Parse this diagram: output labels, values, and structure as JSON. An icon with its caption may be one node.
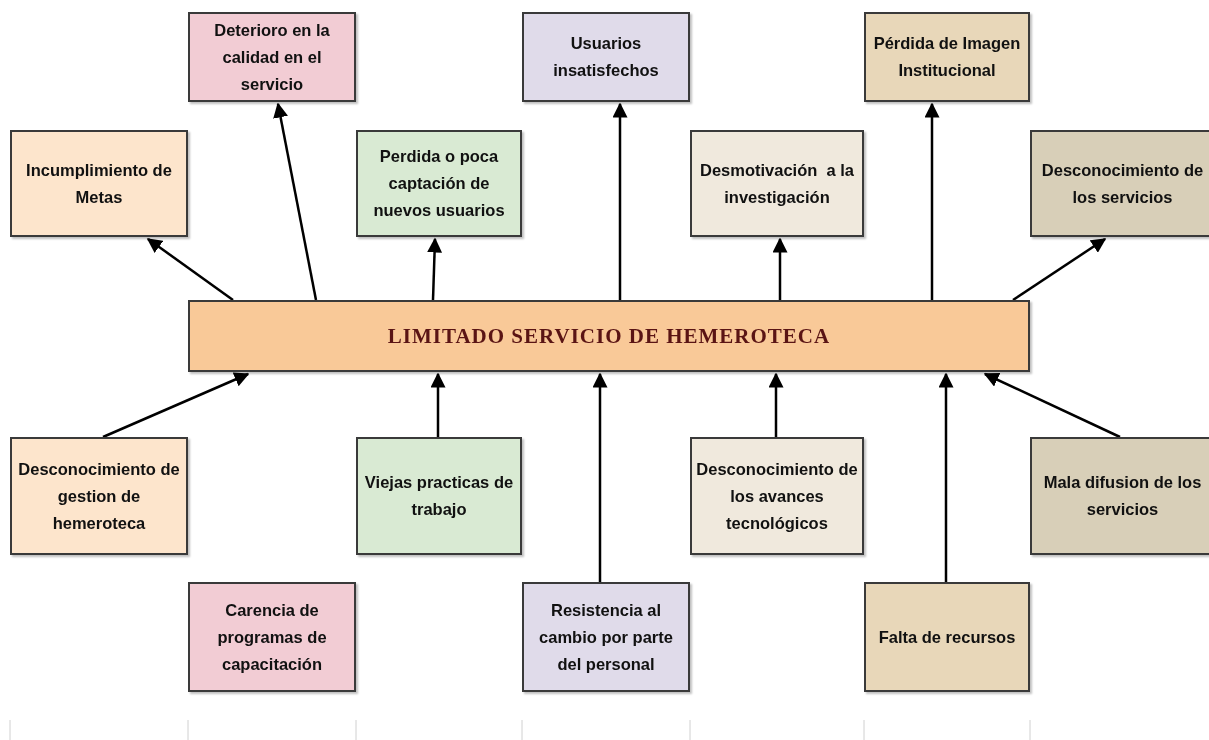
{
  "diagram": {
    "nodes": [
      {
        "text": [
          "Deterioro en la calidad en el servicio"
        ]
      },
      {
        "text": [
          "Usuarios insatisfechos"
        ]
      },
      {
        "text": [
          "Pérdida de Imagen Institucional"
        ]
      },
      {
        "text": [
          "Incumplimiento de Metas"
        ]
      },
      {
        "text": [
          "Perdida o poca captación de nuevos usuarios"
        ]
      },
      {
        "text": [
          "Desmotivación  a la investigación"
        ]
      },
      {
        "text": [
          "Desconocimiento de los servicios"
        ]
      },
      {
        "text": [
          "LIMITADO SERVICIO DE HEMEROTECA"
        ]
      },
      {
        "text": [
          "Desconocimiento de gestion de hemeroteca"
        ]
      },
      {
        "text": [
          "Viejas practicas de trabajo"
        ]
      },
      {
        "text": [
          "Desconocimiento de los avances tecnológicos"
        ]
      },
      {
        "text": [
          "Mala difusion de los servicios"
        ]
      },
      {
        "text": [
          "Carencia de programas de capacitación"
        ]
      },
      {
        "text": [
          "Resistencia al cambio por parte del personal"
        ]
      },
      {
        "text": [
          "Falta de recursos"
        ]
      }
    ],
    "edges": [
      {
        "from": 7,
        "to": 0,
        "arrow": "to"
      },
      {
        "from": 7,
        "to": 1,
        "arrow": "to"
      },
      {
        "from": 7,
        "to": 2,
        "arrow": "to"
      },
      {
        "from": 7,
        "to": 3,
        "arrow": "to"
      },
      {
        "from": 7,
        "to": 4,
        "arrow": "to"
      },
      {
        "from": 7,
        "to": 5,
        "arrow": "to"
      },
      {
        "from": 7,
        "to": 6,
        "arrow": "to"
      },
      {
        "from": 8,
        "to": 7,
        "arrow": "to"
      },
      {
        "from": 9,
        "to": 7,
        "arrow": "to"
      },
      {
        "from": 13,
        "to": 7,
        "arrow": "to"
      },
      {
        "from": 10,
        "to": 7,
        "arrow": "to"
      },
      {
        "from": 14,
        "to": 7,
        "arrow": "to"
      },
      {
        "from": 11,
        "to": 7,
        "arrow": "to"
      }
    ]
  }
}
